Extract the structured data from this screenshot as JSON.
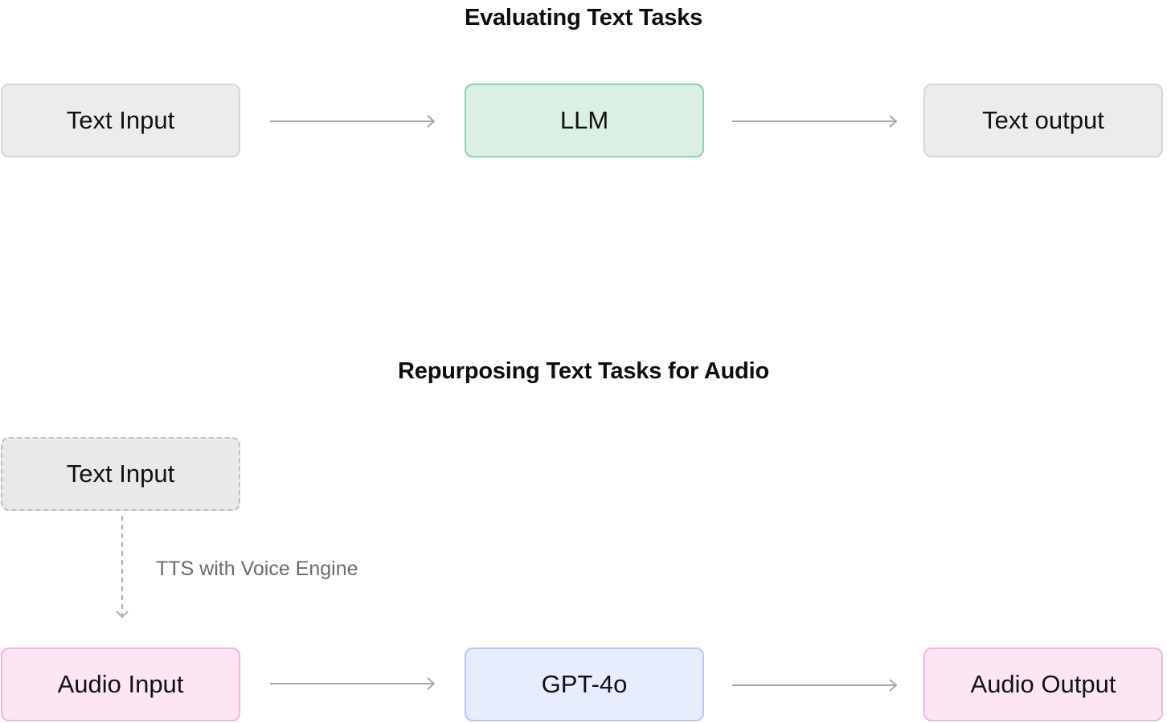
{
  "top_section": {
    "title": "Evaluating Text Tasks",
    "nodes": {
      "input": "Text Input",
      "model": "LLM",
      "output": "Text output"
    }
  },
  "bottom_section": {
    "title": "Repurposing Text Tasks for Audio",
    "nodes": {
      "text_input": "Text Input",
      "audio_input": "Audio Input",
      "model": "GPT-4o",
      "audio_output": "Audio Output"
    },
    "edge_label": "TTS with Voice Engine"
  },
  "colors": {
    "neutral_fill": "#ececec",
    "neutral_border": "#d6d6d6",
    "llm_fill": "#dcefe4",
    "llm_border": "#8dd1ad",
    "gpt_fill": "#e7edfd",
    "gpt_border": "#b4c8f3",
    "audio_fill": "#fde6f4",
    "audio_border": "#efb5dd",
    "arrow": "#a8a8a8"
  }
}
